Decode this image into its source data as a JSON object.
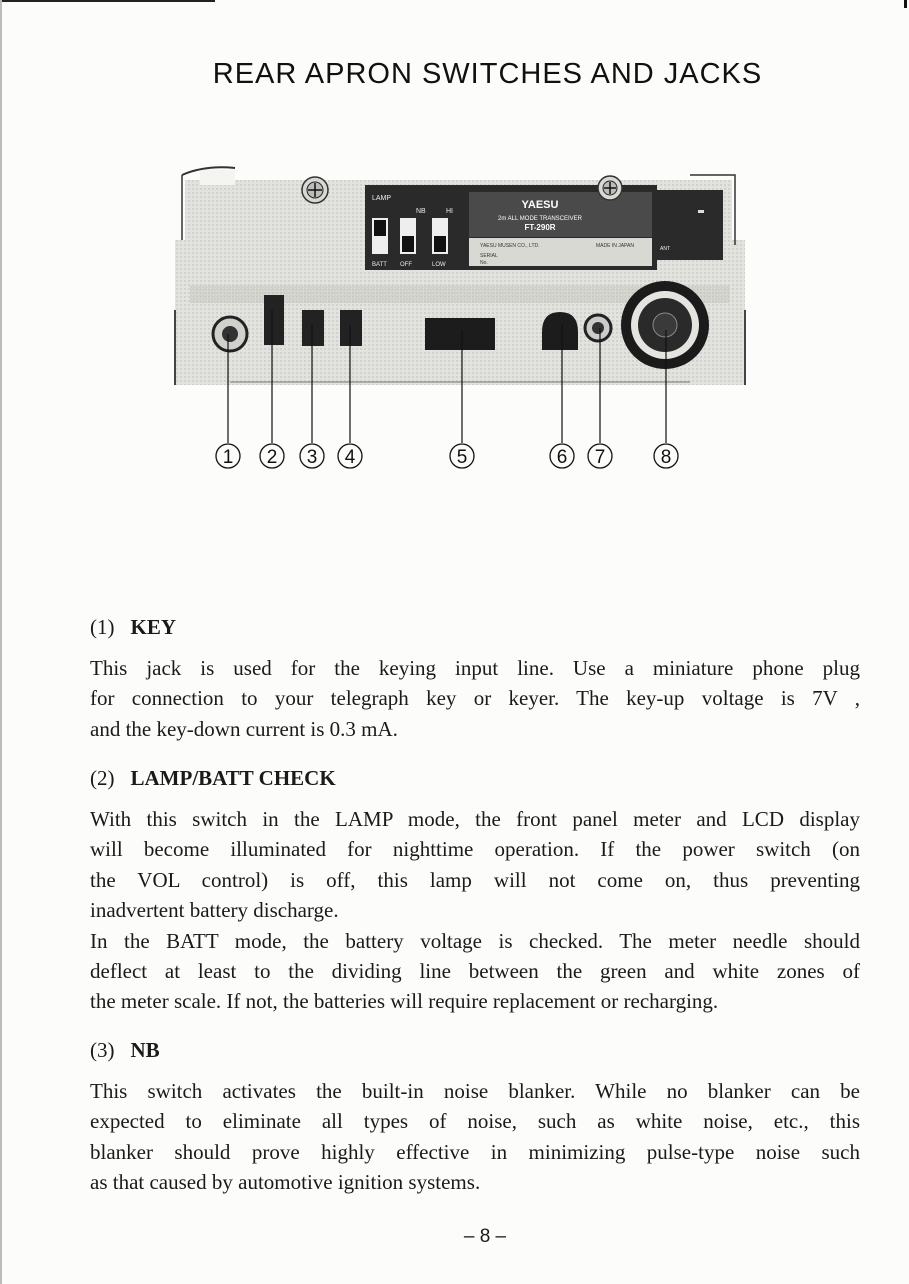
{
  "title": "REAR APRON SWITCHES AND JACKS",
  "figure": {
    "brand": "YAESU",
    "model_line": "2m ALL MODE TRANSCEIVER",
    "model": "FT-290R",
    "maker": "YAESU MUSEN CO., LTD.",
    "made_in": "MADE IN JAPAN",
    "serial_label": "SERIAL",
    "serial_no": "No.",
    "switch_labels": {
      "lamp": "LAMP",
      "nb": "NB",
      "hi": "HI",
      "batt": "BATT",
      "off": "OFF",
      "low": "LOW"
    },
    "ant_label": "ANT",
    "callouts": [
      "1",
      "2",
      "3",
      "4",
      "5",
      "6",
      "7",
      "8"
    ]
  },
  "sections": [
    {
      "number": "(1)",
      "heading": "KEY",
      "lines": [
        "This jack is used for the keying input line. Use a miniature phone plug",
        "for connection to your telegraph key or keyer. The key-up voltage is  7V  ,",
        "and the key-down current is    0.3  mA."
      ]
    },
    {
      "number": "(2)",
      "heading": "LAMP/BATT CHECK",
      "lines": [
        "With this switch in the LAMP mode, the front panel meter and LCD display",
        "will become illuminated for nighttime operation. If the power switch (on",
        "the VOL control) is off, this lamp will not come on, thus preventing",
        "inadvertent battery discharge.",
        "In the BATT mode, the battery voltage is checked. The meter needle should",
        "deflect at least to the dividing line between the green and white zones of",
        "the meter scale. If not, the batteries will require replacement or recharging."
      ]
    },
    {
      "number": "(3)",
      "heading": "NB",
      "lines": [
        "This switch activates the built-in noise blanker. While no blanker can be",
        "expected to eliminate all types of noise, such as white noise, etc., this",
        "blanker should prove highly effective in minimizing pulse-type noise such",
        "as that caused by automotive ignition systems."
      ]
    }
  ],
  "page_number": "– 8 –"
}
